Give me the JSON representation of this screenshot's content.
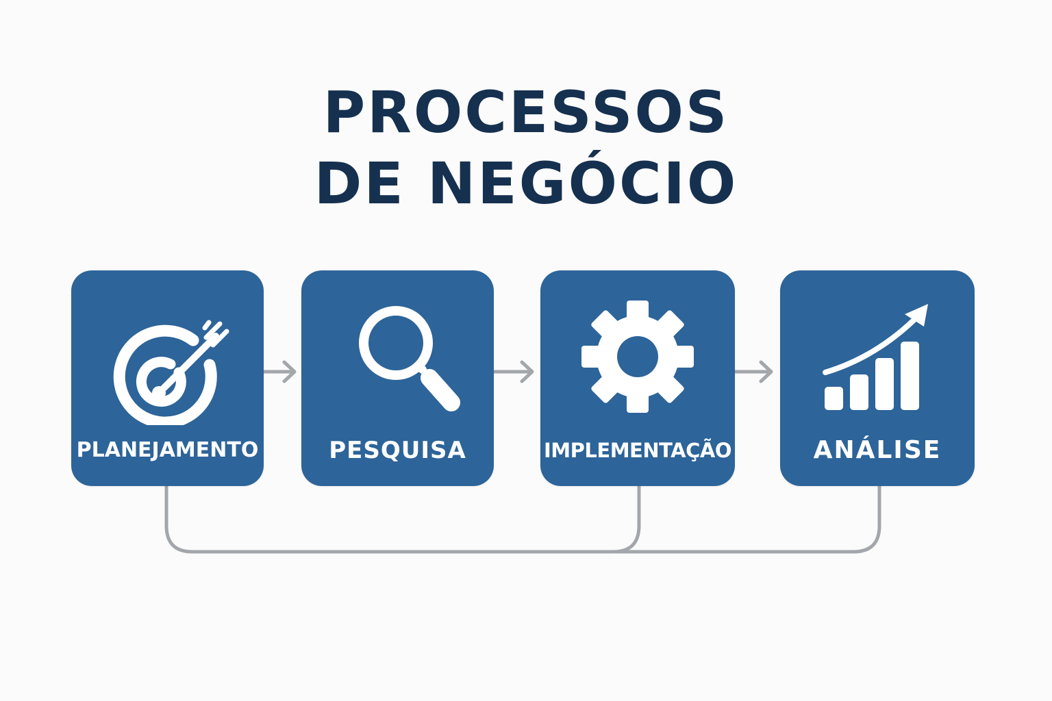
{
  "title": {
    "line1": "PROCESSOS",
    "line2": "DE NEGÓCIO"
  },
  "colors": {
    "title": "#16304f",
    "box": "#2d6499",
    "label": "#ffffff",
    "connector": "#a3a6aa",
    "background": "#fbfbfb"
  },
  "steps": [
    {
      "label": "PLANEJAMENTO",
      "icon": "target-arrow-icon"
    },
    {
      "label": "PESQUISA",
      "icon": "magnifier-icon"
    },
    {
      "label": "IMPLEMENTAÇÃO",
      "icon": "gear-icon"
    },
    {
      "label": "ANÁLISE",
      "icon": "growth-chart-icon"
    }
  ]
}
